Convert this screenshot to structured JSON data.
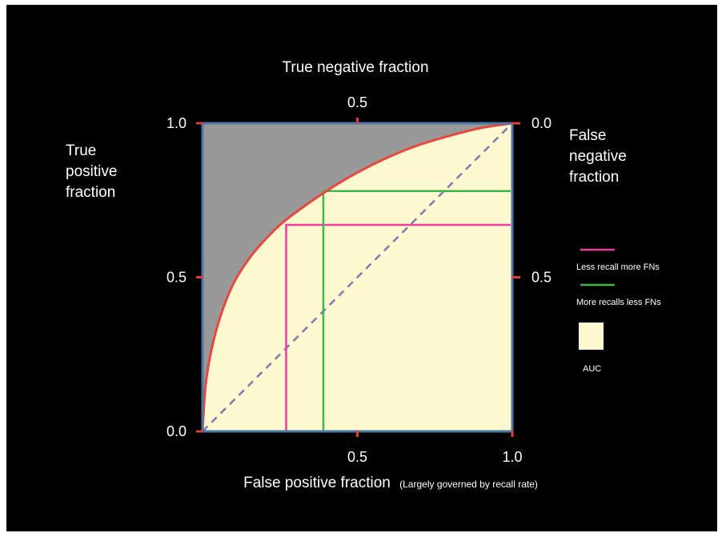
{
  "chart_data": {
    "type": "line",
    "title": "",
    "xlabel": "False positive fraction",
    "xlabel_note": "(Largely governed by recall rate)",
    "ylabel": [
      "True",
      "positive",
      "fraction"
    ],
    "top_axis_label": "True negative fraction",
    "right_axis_label": [
      "False",
      "negative",
      "fraction"
    ],
    "xlim": [
      0,
      1
    ],
    "ylim": [
      0,
      1
    ],
    "x_ticks": [
      {
        "value": 0.5,
        "label": "0.5"
      },
      {
        "value": 1.0,
        "label": "1.0"
      }
    ],
    "y_ticks": [
      {
        "value": 0.0,
        "label": "0.0"
      },
      {
        "value": 0.5,
        "label": "0.5"
      },
      {
        "value": 1.0,
        "label": "1.0"
      }
    ],
    "top_ticks": [
      {
        "value": 0.5,
        "label": "0.5"
      }
    ],
    "right_ticks": [
      {
        "value": 1.0,
        "label": "0.0"
      },
      {
        "value": 0.5,
        "label": "0.5"
      }
    ],
    "roc_curve": {
      "color": "#e8473f",
      "x": [
        0,
        0.01,
        0.03,
        0.06,
        0.1,
        0.15,
        0.2,
        0.25,
        0.3,
        0.4,
        0.5,
        0.6,
        0.7,
        0.8,
        0.9,
        1.0
      ],
      "y": [
        0,
        0.15,
        0.27,
        0.38,
        0.48,
        0.56,
        0.62,
        0.67,
        0.71,
        0.78,
        0.84,
        0.89,
        0.93,
        0.96,
        0.985,
        1.0
      ]
    },
    "chance_line": {
      "color": "#7b7bb0",
      "x": [
        0,
        1
      ],
      "y": [
        0,
        1
      ]
    },
    "series": [
      {
        "name": "Less recall more FNs",
        "color": "#ee3c9f",
        "x": 0.27,
        "y": 0.67
      },
      {
        "name": "More recalls less FNs",
        "color": "#3cb84a",
        "x": 0.39,
        "y": 0.78
      }
    ],
    "auc_label": "AUC",
    "colors": {
      "auc_fill": "#fdf8cf",
      "upper_fill": "#999999",
      "plot_border": "#4a79a8",
      "tick": "#e03a3a",
      "background": "#000000"
    }
  }
}
